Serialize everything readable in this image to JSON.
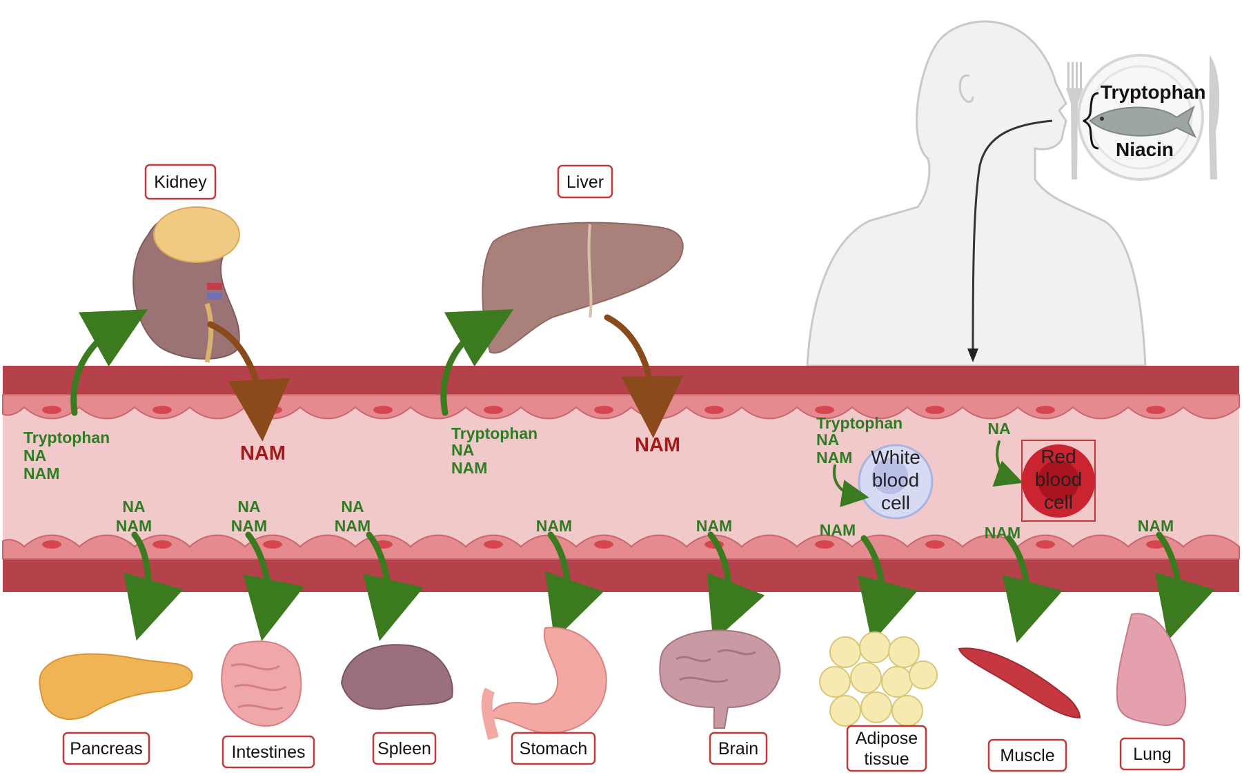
{
  "organs_top": {
    "kidney": "Kidney",
    "liver": "Liver"
  },
  "diet": {
    "tryptophan": "Tryptophan",
    "niacin": "Niacin"
  },
  "vessel": {
    "kidney_in": [
      "Tryptophan",
      "NA",
      "NAM"
    ],
    "kidney_out": "NAM",
    "liver_in": [
      "Tryptophan",
      "NA",
      "NAM"
    ],
    "liver_out": "NAM",
    "wbc_in": [
      "Tryptophan",
      "NA",
      "NAM"
    ],
    "rbc_in": "NA",
    "wbc_label": [
      "White",
      "blood",
      "cell"
    ],
    "rbc_label": [
      "Red",
      "blood",
      "cell"
    ],
    "out_pancreas": [
      "NA",
      "NAM"
    ],
    "out_intestines": [
      "NA",
      "NAM"
    ],
    "out_spleen": [
      "NA",
      "NAM"
    ],
    "out_stomach": "NAM",
    "out_brain": "NAM",
    "out_adipose": "NAM",
    "out_muscle": "NAM",
    "out_lung": "NAM"
  },
  "organs_bottom": {
    "pancreas": "Pancreas",
    "intestines": "Intestines",
    "spleen": "Spleen",
    "stomach": "Stomach",
    "brain": "Brain",
    "adipose": [
      "Adipose",
      "tissue"
    ],
    "muscle": "Muscle",
    "lung": "Lung"
  },
  "colors": {
    "vessel_wall": "#b5414a",
    "vessel_lumen": "#f2c9cb",
    "arrow_green": "#3c7a1f",
    "arrow_brown": "#8a4a1c",
    "label_border": "#c0393b"
  }
}
